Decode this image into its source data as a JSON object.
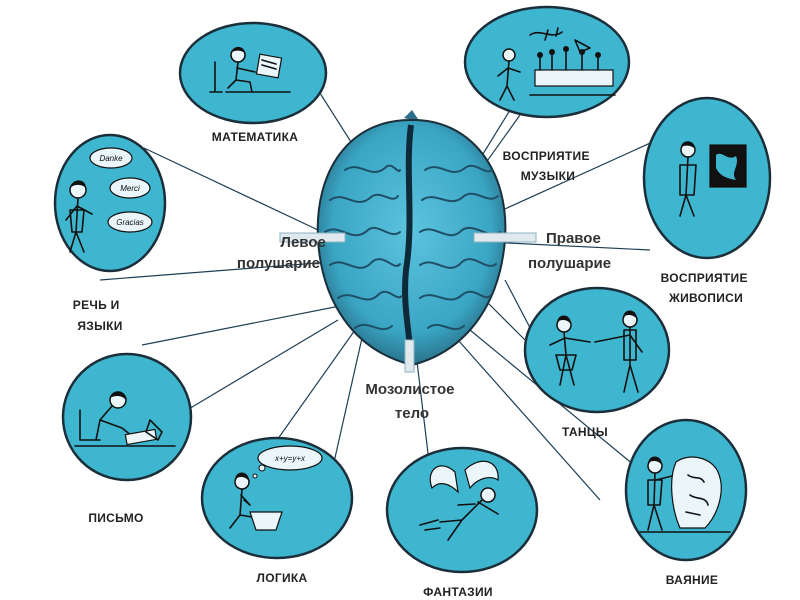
{
  "colors": {
    "bubble": "#3fb6cf",
    "brain": "#3aa6c4",
    "brain_dark": "#235d74",
    "outline": "#1b2f3a",
    "text": "#222222"
  },
  "hemispheres": {
    "left": [
      "Левое",
      "полушарие"
    ],
    "right": [
      "Правое",
      "полушарие"
    ],
    "corpus": [
      "Мозолистое",
      "тело"
    ]
  },
  "abilities": {
    "math": {
      "label": [
        "МАТЕМАТИКА"
      ],
      "icon": "person-at-computer-icon"
    },
    "music": {
      "label": [
        "ВОСПРИЯТИЕ",
        "МУЗЫКИ"
      ],
      "icon": "orchestra-icon"
    },
    "speech": {
      "label": [
        "РЕЧЬ И",
        "ЯЗЫКИ"
      ],
      "icon": "speaking-person-icon",
      "bubbles": [
        "Danke",
        "Merci",
        "Gracias"
      ]
    },
    "painting": {
      "label": [
        "ВОСПРИЯТИЕ",
        "ЖИВОПИСИ"
      ],
      "icon": "person-viewing-painting-icon"
    },
    "writing": {
      "label": [
        "ПИСЬМО"
      ],
      "icon": "writing-person-icon"
    },
    "dance": {
      "label": [
        "ТАНЦЫ"
      ],
      "icon": "dancing-couple-icon"
    },
    "logic": {
      "label": [
        "ЛОГИКА"
      ],
      "icon": "thinking-person-icon",
      "formula": "x+y=y+x"
    },
    "fantasy": {
      "label": [
        "ФАНТАЗИИ"
      ],
      "icon": "flying-fairy-icon"
    },
    "sculpture": {
      "label": [
        "ВАЯНИЕ"
      ],
      "icon": "sculptor-icon"
    }
  }
}
